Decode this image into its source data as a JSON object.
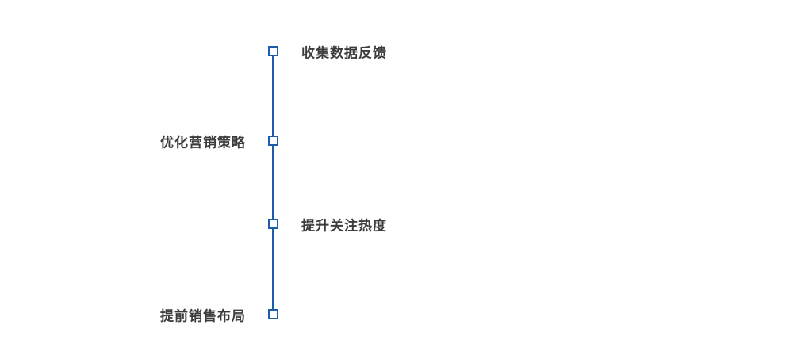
{
  "timeline": {
    "nodes": [
      {
        "label": "收集数据反馈",
        "side": "right"
      },
      {
        "label": "优化营销策略",
        "side": "left"
      },
      {
        "label": "提升关注热度",
        "side": "right"
      },
      {
        "label": "提前销售布局",
        "side": "left"
      }
    ],
    "colors": {
      "line": "#1d5caa",
      "marker_border": "#1d5caa",
      "marker_fill": "#ffffff",
      "text": "#3c3c3c"
    }
  }
}
